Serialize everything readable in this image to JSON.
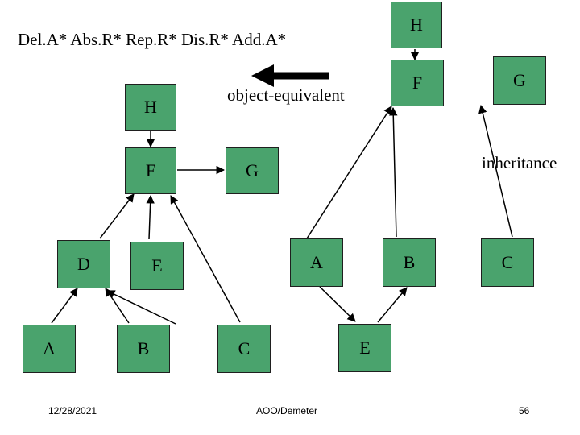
{
  "title": "Del.A* Abs.R* Rep.R* Dis.R* Add.A*",
  "labels": {
    "object_equivalent": "object-equivalent",
    "inheritance": "inheritance"
  },
  "left_graph": {
    "H": "H",
    "F": "F",
    "G": "G",
    "D": "D",
    "E": "E",
    "A": "A",
    "B": "B",
    "C": "C"
  },
  "right_graph": {
    "H": "H",
    "F": "F",
    "G": "G",
    "A": "A",
    "B": "B",
    "C": "C",
    "E": "E"
  },
  "footer": {
    "date": "12/28/2021",
    "center": "AOO/Demeter",
    "page": "56"
  },
  "colors": {
    "node_fill": "#4aa36d",
    "node_border": "#1f1f1f",
    "arrow": "#000000"
  }
}
